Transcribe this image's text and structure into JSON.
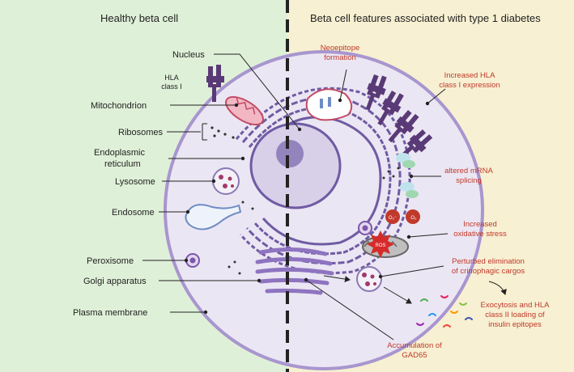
{
  "headers": {
    "left": "Healthy beta cell",
    "right": "Beta cell features associated with type 1 diabetes"
  },
  "left_labels": {
    "hla1": "HLA",
    "hla2": "class I",
    "nucleus": "Nucleus",
    "mitochondrion": "Mitochondrion",
    "ribosomes": "Ribosomes",
    "er1": "Endoplasmic",
    "er2": "reticulum",
    "lysosome": "Lysosome",
    "endosome": "Endosome",
    "peroxisome": "Peroxisome",
    "golgi": "Golgi apparatus",
    "membrane": "Plasma membrane"
  },
  "right_labels": {
    "neo1": "Neoepitope",
    "neo2": "formation",
    "hla1": "Increased HLA",
    "hla2": "class I expression",
    "mrna1": "altered mRNA",
    "mrna2": "splicing",
    "ox1": "Increased",
    "ox2": "oxidative stress",
    "crino1": "Perturbed elimination",
    "crino2": "of crinophagic cargos",
    "exo1": "Exocytosis and HLA",
    "exo2": "class II loading of",
    "exo3": "insulin epitopes",
    "gad1": "Accumulation of",
    "gad2": "GAD65"
  },
  "icons": {
    "o2a": "O₂⁻",
    "o2b": "·O₂",
    "ros": "ROS"
  },
  "colors": {
    "left_bg": "#dff0d8",
    "right_bg": "#f7f0d2",
    "cell_fill": "#ebe6f3",
    "membrane": "#a896cf",
    "organelle": "#5e4a8f",
    "hla": "#5a3a76",
    "label_red": "#c0392b"
  }
}
